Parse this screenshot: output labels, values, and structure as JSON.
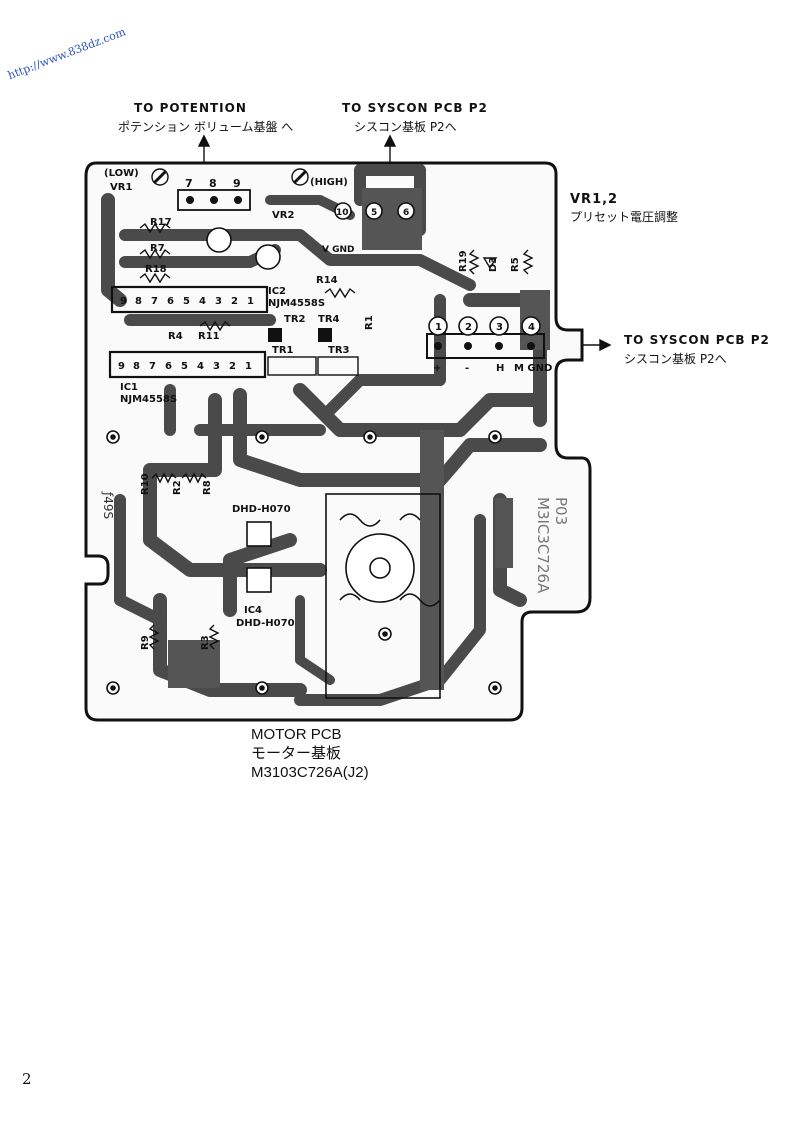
{
  "watermark": "http://www.838dz.com",
  "labels": {
    "potention_en": "TO POTENTION",
    "potention_jp": "ポテンション ボリューム基盤 へ",
    "syscon_top_en": "TO SYSCON PCB P2",
    "syscon_top_jp": "シスコン基板 P2へ",
    "vr_en": "VR1,2",
    "vr_jp": "プリセット電圧調整",
    "syscon_right_en": "TO SYSCON PCB P2",
    "syscon_right_jp": "シスコン基板 P2へ"
  },
  "board": {
    "low": "(LOW)",
    "high": "(HIGH)",
    "vr1": "VR1",
    "vr2": "VR2",
    "pins_top": [
      "7",
      "8",
      "9"
    ],
    "conn_top": [
      "10",
      "5",
      "6"
    ],
    "vgnd": "V GND",
    "r17": "R17",
    "r7": "R7",
    "r18": "R18",
    "r14": "R14",
    "r4": "R4",
    "r11": "R11",
    "r19": "R19",
    "d3": "D3",
    "r5": "R5",
    "r10": "R10",
    "r2": "R2",
    "r8": "R8",
    "r9": "R9",
    "r3": "R3",
    "r1": "R1",
    "ic2": "IC2",
    "ic2_part": "NJM4558S",
    "ic1": "IC1",
    "ic1_part": "NJM4558S",
    "tr1": "TR1",
    "tr2": "TR2",
    "tr3": "TR3",
    "tr4": "TR4",
    "ic_pins": [
      "9",
      "8",
      "7",
      "6",
      "5",
      "4",
      "3",
      "2",
      "1"
    ],
    "conn_right": [
      "1",
      "2",
      "3",
      "4"
    ],
    "conn_right_labels": [
      "+",
      "-",
      "H",
      "M GND"
    ],
    "dhd_top": "DHD-H070",
    "dhd_bottom": "DHD-H070",
    "ic4": "IC4",
    "side_left": "ƒ49S",
    "side_right_1": "P03",
    "side_right_2": "M3IC3C726A"
  },
  "caption": {
    "line1": "MOTOR PCB",
    "line2": "モーター基板",
    "line3": "M3103C726A(J2)"
  },
  "page_number": "2"
}
